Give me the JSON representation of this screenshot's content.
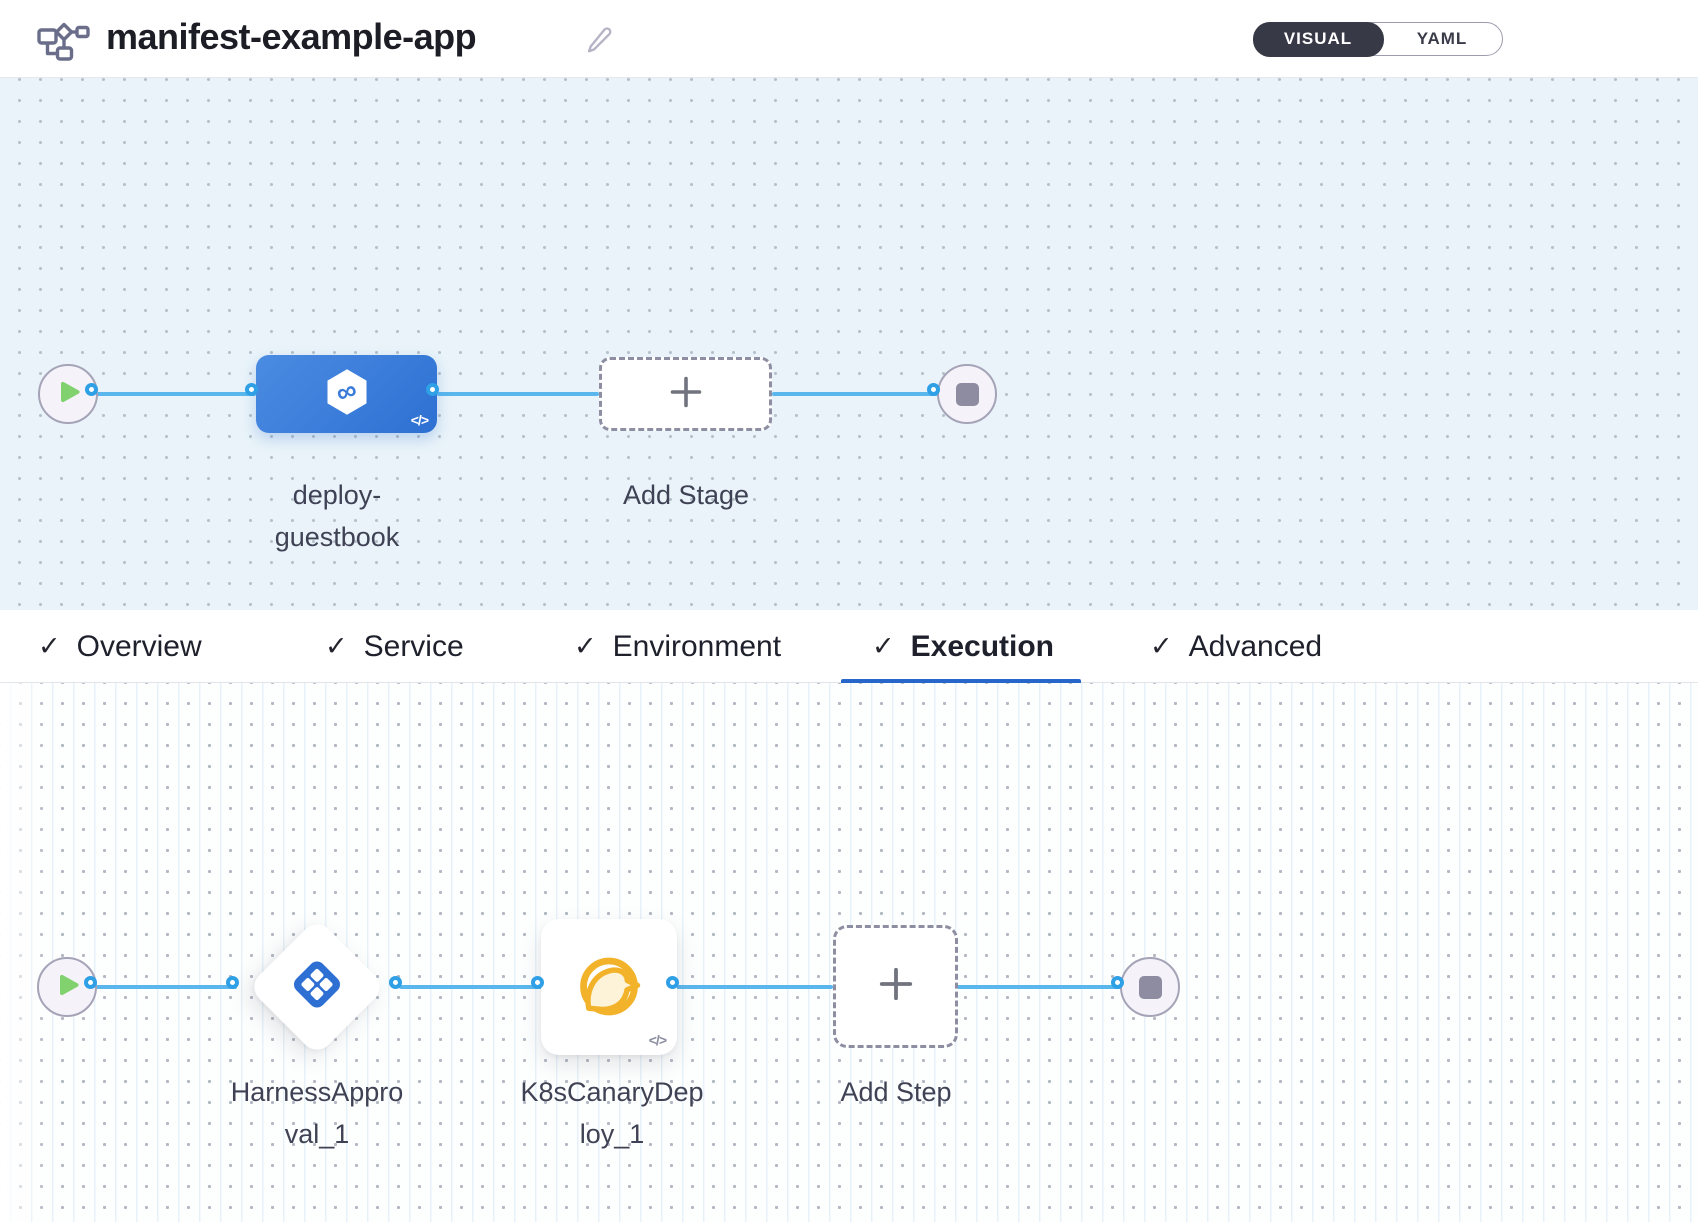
{
  "header": {
    "title": "manifest-example-app",
    "toggle": {
      "visual_label": "VISUAL",
      "yaml_label": "YAML",
      "selected": "VISUAL"
    }
  },
  "stage_pipeline": {
    "stage_label": "deploy-guestbook",
    "stage_type": "cd-deployment-stage",
    "add_stage_label": "Add Stage",
    "code_badge": "</>"
  },
  "tabs": [
    {
      "label": "Overview",
      "checked": true,
      "active": false
    },
    {
      "label": "Service",
      "checked": true,
      "active": false
    },
    {
      "label": "Environment",
      "checked": true,
      "active": false
    },
    {
      "label": "Execution",
      "checked": true,
      "active": true
    },
    {
      "label": "Advanced",
      "checked": true,
      "active": false
    }
  ],
  "execution_pipeline": {
    "steps": [
      {
        "label": "HarnessApproval_1",
        "type": "harness-approval"
      },
      {
        "label": "K8sCanaryDeploy_1",
        "type": "k8s-canary-deploy",
        "code_badge": "</>"
      }
    ],
    "add_step_label": "Add Step"
  },
  "icons": {
    "check": "✓",
    "code": "</>",
    "infinity": "∞"
  },
  "colors": {
    "stage_blue": "#3b7cd9",
    "connector_blue": "#5ab7ed",
    "connector_port_blue": "#2f9fe6",
    "play_green": "#82d16f",
    "approval_blue": "#2e6fd4",
    "canary_yellow": "#f2b32b",
    "active_tab_underline": "#2767ca",
    "toggle_selected_bg": "#383946"
  }
}
